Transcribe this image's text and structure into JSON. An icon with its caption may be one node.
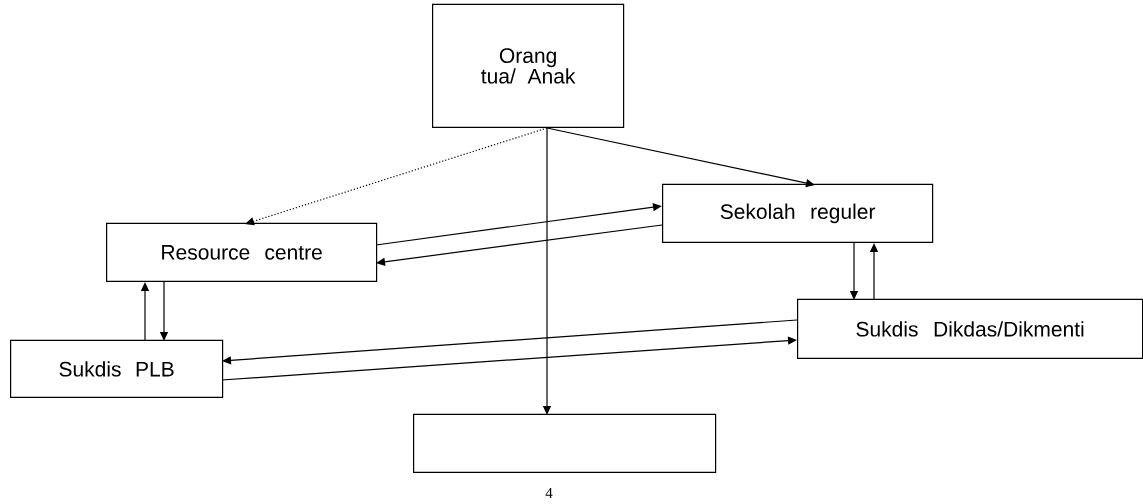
{
  "diagram": {
    "nodes": [
      {
        "text": [
          "Orang tua/ Anak"
        ]
      },
      {
        "text": [
          "Sekolah reguler"
        ]
      },
      {
        "text": [
          "Resource centre"
        ]
      },
      {
        "text": [
          "Sukdis Dikdas/Dikmenti"
        ]
      },
      {
        "text": [
          "Sukdis PLB"
        ]
      },
      {
        "text": [],
        "shape": "box"
      }
    ],
    "edges": [
      {
        "from": 0,
        "to": 2,
        "arrow": "to",
        "style": "dashed"
      },
      {
        "from": 0,
        "to": 1,
        "arrow": "to"
      },
      {
        "from": 0,
        "to": 5,
        "arrow": "to"
      },
      {
        "from": 2,
        "to": 1,
        "arrow": "to"
      },
      {
        "from": 1,
        "to": 2,
        "arrow": "to"
      },
      {
        "from": 1,
        "to": 3,
        "arrow": "to"
      },
      {
        "from": 3,
        "to": 1,
        "arrow": "to"
      },
      {
        "from": 4,
        "to": 2,
        "arrow": "to"
      },
      {
        "from": 2,
        "to": 4,
        "arrow": "to"
      },
      {
        "from": 3,
        "to": 4,
        "arrow": "to"
      },
      {
        "from": 4,
        "to": 3,
        "arrow": "to"
      }
    ],
    "labels": [
      "4"
    ]
  }
}
